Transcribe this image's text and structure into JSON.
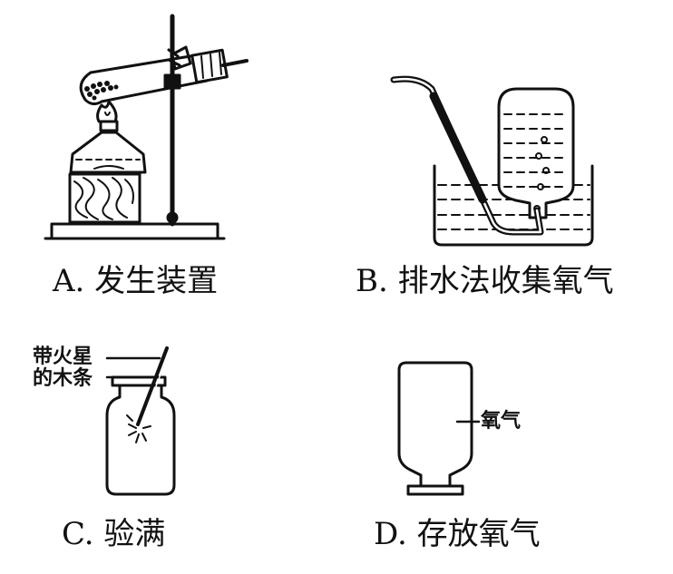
{
  "panels": {
    "a": {
      "caption": "A. 发生装置"
    },
    "b": {
      "caption": "B. 排水法收集氧气"
    },
    "c": {
      "caption": "C. 验满",
      "label_line1": "带火星",
      "label_line2": "的木条"
    },
    "d": {
      "caption": "D. 存放氧气",
      "label": "氧气"
    }
  },
  "colors": {
    "ink": "#111111",
    "background": "#ffffff"
  }
}
